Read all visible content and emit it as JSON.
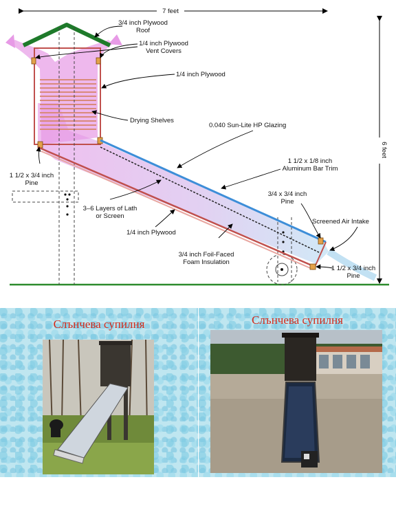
{
  "diagram": {
    "width_label": "7 feet",
    "height_label": "6 feet",
    "labels": {
      "roof": [
        "3/4 inch Plywood",
        "Roof"
      ],
      "vent_covers": [
        "1/4 inch Plywood",
        "Vent Covers"
      ],
      "cabinet_plywood": "1/4 inch Plywood",
      "drying_shelves": "Drying Shelves",
      "glazing": "0.040 Sun-Lite HP Glazing",
      "bar_trim": [
        "1 1/2 x 1/8 inch",
        "Aluminum Bar Trim"
      ],
      "pine_left": [
        "1 1/2 x 3/4 inch",
        "Pine"
      ],
      "pine_upper_right": [
        "3/4 x 3/4 inch",
        "Pine"
      ],
      "lath": [
        "3–6 Layers of Lath",
        "or Screen"
      ],
      "air_intake": "Screened Air Intake",
      "bottom_plywood": "1/4 inch Plywood",
      "insulation": [
        "3/4 inch Foil-Faced",
        "Foam Insulation"
      ],
      "pine_lower_right": [
        "1 1/2 x 3/4 inch",
        "Pine"
      ]
    },
    "colors": {
      "roof": "#1e7a2a",
      "ground": "#2c8a2c",
      "glazing": "#3d8ed8",
      "airflow": "#e79ae6",
      "airflow_blue": "#a8d4ee",
      "frame": "#c0504d",
      "shelf": "#d98a7a"
    }
  },
  "photos": {
    "left_title": "Слънчева супилня",
    "right_title": "Слънчева супилня"
  }
}
